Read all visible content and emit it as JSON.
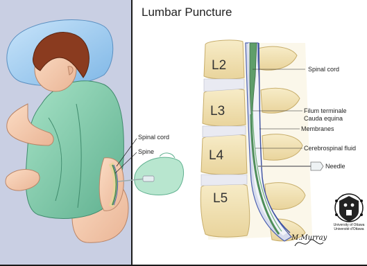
{
  "title": "Lumbar Puncture",
  "patient_labels": {
    "spinal_cord": "Spinal cord",
    "spine": "Spine"
  },
  "vertebrae": [
    "L2",
    "L3",
    "L4",
    "L5"
  ],
  "anatomy_labels": {
    "spinal_cord": "Spinal cord",
    "filum_terminale": "Filum terminale",
    "cauda_equina": "Cauda equina",
    "membranes": "Membranes",
    "cerebrospinal_fluid": "Cerebrospinal fluid",
    "needle": "Needle"
  },
  "seal_text": [
    "University of Ottawa",
    "Université d'Ottawa"
  ],
  "signature": "M.Murray",
  "colors": {
    "panel_bg": "#c9cfe3",
    "bone": "#f3e3b6",
    "disc": "#e9eaf2",
    "skin": "#f4ccb0",
    "gown": "#8ed1b4",
    "hair": "#8a3b1f",
    "pillow": "#a9d0f0",
    "cord_green": "#4f8e5a",
    "membrane_blue": "#4a5fb0"
  }
}
